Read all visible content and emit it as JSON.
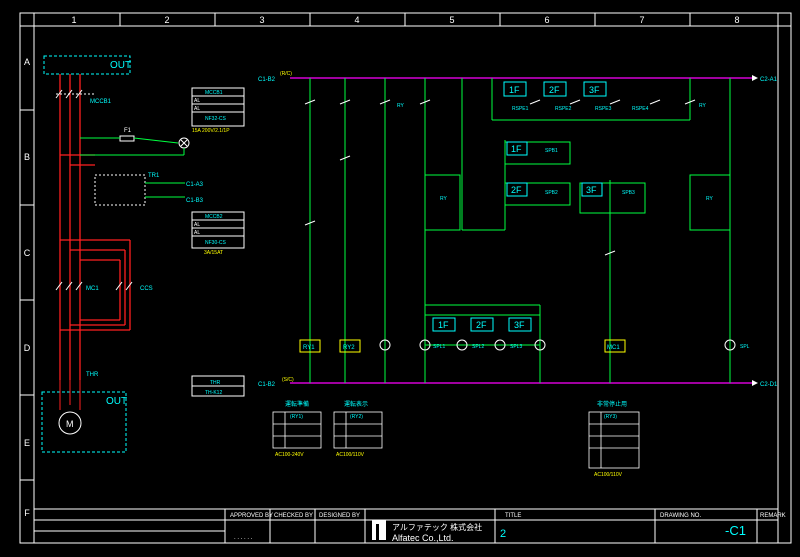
{
  "sheet": {
    "columns": [
      "1",
      "2",
      "3",
      "4",
      "5",
      "6",
      "7",
      "8"
    ],
    "rows": [
      "A",
      "B",
      "C",
      "D",
      "E",
      "F"
    ]
  },
  "colors": {
    "background": "#000000",
    "frame": "#ffffff",
    "power_line": "#ff2020",
    "control_line": "#00ff40",
    "bus": "#ff00ff",
    "device_box": "#00ffff",
    "label_yellow": "#ffff00",
    "table_line": "#ffffff"
  },
  "power": {
    "out_top": "OUT",
    "out_motor": "OUT",
    "motor_symbol": "M",
    "mccb_label": "MCCB1",
    "fuse_label": "F1",
    "transformer_label": "TR1",
    "mc_label": "MC1",
    "thr_label": "THR",
    "ccs_label": "CCS",
    "ref_c1a3": "C1-A3",
    "ref_c1b3": "C1-B3"
  },
  "specs": {
    "mccb1": [
      "MCCB1",
      "AL",
      "AL",
      "NF32-CS",
      "15A 200V/2.1/1P"
    ],
    "mccb2": [
      "MCCB2",
      "AL",
      "AL",
      "NF30-CS",
      "3A/15AT"
    ],
    "thr": [
      "THR",
      "TH-K12"
    ]
  },
  "control": {
    "bus_top_left": "C1-B2",
    "bus_top_right": "C2-A1",
    "bus_bottom_left": "C1-B2",
    "bus_bottom_right": "C2-D1",
    "bus_top_wire": "(R/C)",
    "bus_bottom_wire": "(S/C)",
    "floors": [
      "1F",
      "2F",
      "3F"
    ],
    "floors_mid": [
      "1F",
      "2F",
      "3F"
    ],
    "floors_lamps": [
      "1F",
      "2F",
      "3F"
    ],
    "relays": [
      "RY1",
      "RY2"
    ],
    "lamps": [
      "SPL1",
      "SPL2",
      "SPL3",
      "SPL"
    ],
    "mc_coil": "MC1",
    "coil_labels": [
      "RY",
      "RY",
      "RY",
      "RY"
    ],
    "rsp_labels": [
      "RSPE1",
      "RSPE2",
      "RSPE3",
      "RSPE4"
    ],
    "sp_labels": [
      "SPB1",
      "SPB2",
      "SPB3"
    ]
  },
  "tables": {
    "t1_title": "運転準備",
    "t1_sub": "(RY1)",
    "t2_title": "運転表示",
    "t2_sub": "(RY2)",
    "t3_title": "非常停止用",
    "t3_sub": "(RY3)",
    "t1_foot": "AC100-240V",
    "t2_foot": "AC100/110V",
    "t3_foot": "AC100/110V"
  },
  "title_block": {
    "approved": "APPROVED BY",
    "checked": "CHECKED BY",
    "designed": "DESIGNED BY",
    "title_label": "TITLE",
    "title_value": "2",
    "drawing_label": "DRAWING NO.",
    "drawing_value": "-C1",
    "remark": "REMARK",
    "company_jp": "アルファテック 株式会社",
    "company_en": "Alfatec Co.,Ltd.",
    "dots": ". . . . . ."
  }
}
